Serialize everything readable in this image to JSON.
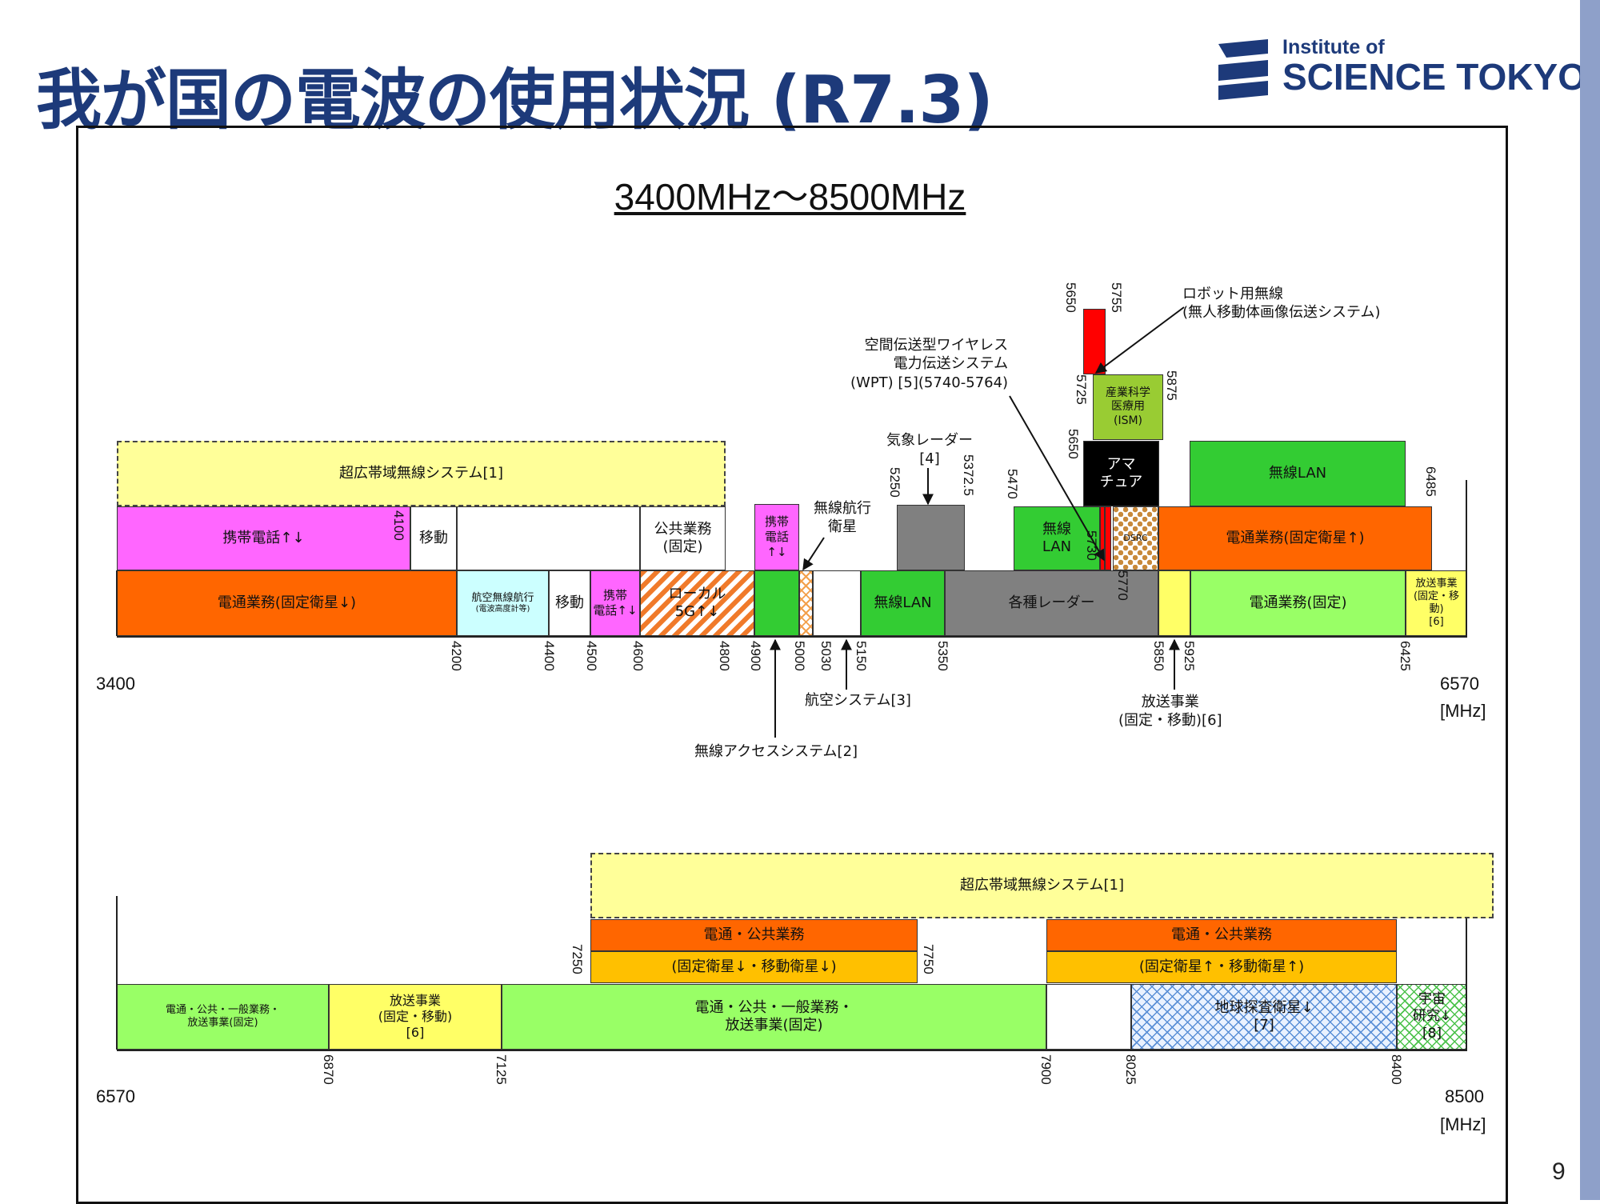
{
  "page": {
    "title": "我が国の電波の使用状況 (R7.3)",
    "page_number": "9"
  },
  "logo": {
    "line1": "Institute of",
    "line2": "SCIENCE TOKYO"
  },
  "diagram": {
    "subtitle": "3400MHz～8500MHz",
    "colors": {
      "orange": "#ff6600",
      "magenta": "#ff66ff",
      "green": "#33cc33",
      "lightgreen": "#99ff66",
      "yellow": "#ffff66",
      "paleyellow": "#ffff99",
      "gray": "#808080",
      "red": "#ff0000",
      "black": "#000000",
      "cyan": "#ccffff",
      "ism": "#99cc33",
      "amber": "#ffc000"
    },
    "upper": {
      "uwb": "超広帯域無線システム[1]",
      "keitai1": "携帯電話↑↓",
      "idou1": "移動",
      "kokyo": "公共業務\n(固定)",
      "keitai2": "携帯\n電話↑↓",
      "denpa_sat_down": "電通業務(固定衛星↓)",
      "koku_rad": "航空無線航行",
      "koku_rad_sub": "(電波高度計等)",
      "idou2": "移動",
      "keitai3": "携帯\n電話↑↓",
      "local5g": "ローカル\n5G↑↓",
      "wlan1": "無線LAN",
      "radars": "各種レーダー",
      "weather_radar": "気象レーダー\n[4]",
      "wlan2": "無線\nLAN",
      "amateur": "アマ\nチュア",
      "ism": "産業科学\n医療用\n(ISM)",
      "dsrc": "DSRC",
      "wlan3": "無線LAN",
      "denpa_sat_up": "電通業務(固定衛星↑)",
      "denpa_fixed": "電通業務(固定)",
      "broadcast_small": "放送事業\n(固定・移動)\n[6]",
      "freq": [
        "3400",
        "4100",
        "4200",
        "4400",
        "4500",
        "4600",
        "4800",
        "4900",
        "5000",
        "5030",
        "5150",
        "5250",
        "5350",
        "5372.5",
        "5470",
        "5650",
        "5725",
        "5730",
        "5755",
        "5770",
        "5850",
        "5875",
        "5925",
        "6425",
        "6485",
        "6570"
      ],
      "unit": "[MHz]",
      "notes": {
        "robot": "ロボット用無線\n(無人移動体画像伝送システム)",
        "wpt": "空間伝送型ワイヤレス\n電力伝送システム\n(WPT) [5](5740-5764)",
        "rnss": "無線航行\n衛星",
        "aero": "航空システム[3]",
        "fwa": "無線アクセスシステム[2]",
        "bcast": "放送事業\n(固定・移動)[6]"
      }
    },
    "lower": {
      "uwb": "超広帯域無線システム[1]",
      "pub_fixed_1": "電通・公共・一般業務・\n放送事業(固定)",
      "bcast": "放送事業\n(固定・移動)\n[6]",
      "pub_fixed_2": "電通・公共・一般業務・\n放送事業(固定)",
      "sat_pub_1a": "電通・公共業務",
      "sat_pub_1b": "(固定衛星↓・移動衛星↓)",
      "sat_pub_2a": "電通・公共業務",
      "sat_pub_2b": "(固定衛星↑・移動衛星↑)",
      "eess": "地球探査衛星↓\n[7]",
      "space": "宇宙\n研究↓\n[8]",
      "freq": [
        "6570",
        "6870",
        "7125",
        "7250",
        "7750",
        "7900",
        "8025",
        "8400",
        "8500"
      ],
      "unit": "[MHz]"
    }
  }
}
